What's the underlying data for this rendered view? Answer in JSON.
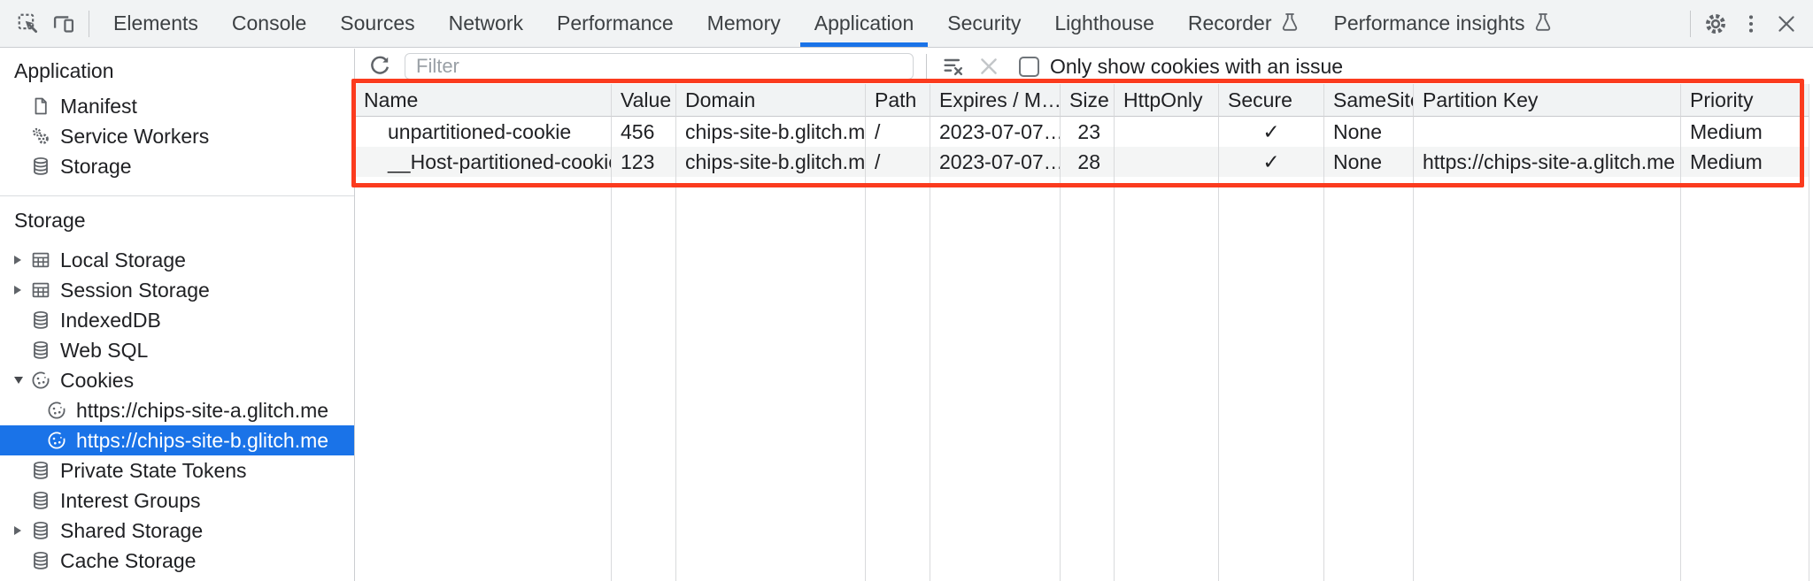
{
  "tabbar": {
    "tabs": [
      {
        "label": "Elements"
      },
      {
        "label": "Console"
      },
      {
        "label": "Sources"
      },
      {
        "label": "Network"
      },
      {
        "label": "Performance"
      },
      {
        "label": "Memory"
      },
      {
        "label": "Application",
        "active": true
      },
      {
        "label": "Security"
      },
      {
        "label": "Lighthouse"
      },
      {
        "label": "Recorder",
        "icon": "flask-icon"
      },
      {
        "label": "Performance insights",
        "icon": "flask-icon"
      }
    ],
    "left_icons": [
      "inspect-icon",
      "device-toolbar-icon"
    ],
    "right_icons": [
      "gear-icon",
      "more-menu-icon",
      "close-icon"
    ]
  },
  "sidebar": {
    "sections": [
      {
        "title": "Application",
        "items": [
          {
            "label": "Manifest",
            "icon": "document-icon"
          },
          {
            "label": "Service Workers",
            "icon": "service-workers-icon"
          },
          {
            "label": "Storage",
            "icon": "database-icon"
          }
        ]
      },
      {
        "title": "Storage",
        "items": [
          {
            "label": "Local Storage",
            "icon": "table-icon",
            "expander": "collapsed"
          },
          {
            "label": "Session Storage",
            "icon": "table-icon",
            "expander": "collapsed"
          },
          {
            "label": "IndexedDB",
            "icon": "database-icon"
          },
          {
            "label": "Web SQL",
            "icon": "database-icon"
          },
          {
            "label": "Cookies",
            "icon": "cookie-icon",
            "expander": "expanded",
            "children": [
              {
                "label": "https://chips-site-a.glitch.me",
                "icon": "cookie-icon"
              },
              {
                "label": "https://chips-site-b.glitch.me",
                "icon": "cookie-icon",
                "selected": true
              }
            ]
          },
          {
            "label": "Private State Tokens",
            "icon": "database-icon"
          },
          {
            "label": "Interest Groups",
            "icon": "database-icon"
          },
          {
            "label": "Shared Storage",
            "icon": "database-icon",
            "expander": "collapsed"
          },
          {
            "label": "Cache Storage",
            "icon": "database-icon"
          }
        ]
      }
    ]
  },
  "cookies_view": {
    "filter_placeholder": "Filter",
    "issue_checkbox_label": "Only show cookies with an issue",
    "issue_checkbox_checked": false,
    "toolbar_icons": [
      "refresh-icon",
      "filter-clear-icon",
      "delete-icon"
    ],
    "table": {
      "columns": [
        "Name",
        "Value",
        "Domain",
        "Path",
        "Expires / M…",
        "Size",
        "HttpOnly",
        "Secure",
        "SameSite",
        "Partition Key",
        "Priority"
      ],
      "rows": [
        {
          "cells": [
            "unpartitioned-cookie",
            "456",
            "chips-site-b.glitch.me",
            "/",
            "2023-07-07…",
            "23",
            "",
            "✓",
            "None",
            "",
            "Medium"
          ]
        },
        {
          "cells": [
            "__Host-partitioned-cookie",
            "123",
            "chips-site-b.glitch.me",
            "/",
            "2023-07-07…",
            "28",
            "",
            "✓",
            "None",
            "https://chips-site-a.glitch.me",
            "Medium"
          ]
        }
      ]
    }
  },
  "colors": {
    "accent_blue": "#1a73e8",
    "selection_blue": "#1a73e8",
    "annotation_red": "#fb3b1e",
    "toolbar_bg": "#f1f3f4",
    "header_bg": "#f1f3f4",
    "zebra_row_bg": "#f4f5f5",
    "grid_line": "#d9dadc"
  }
}
